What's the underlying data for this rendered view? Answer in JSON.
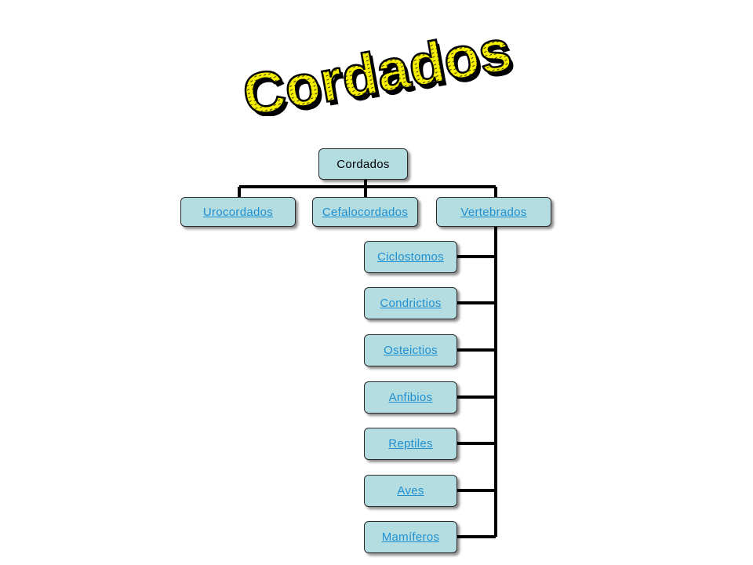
{
  "title": {
    "text": "Cordados",
    "fill": "#f6f000",
    "stroke": "#000000"
  },
  "diagram": {
    "root": "Cordados",
    "children": [
      {
        "label": "Urocordados"
      },
      {
        "label": "Cefalocordados"
      },
      {
        "label": "Vertebrados"
      }
    ],
    "vertebrados_children": [
      "Ciclostomos",
      "Condrictios",
      "Osteictios",
      "Anfibios",
      "Reptiles",
      "Aves",
      "Mamíferos"
    ],
    "colors": {
      "node_fill": "#b4dde2",
      "link_text": "#1f8fcf",
      "connector": "#000000"
    }
  }
}
